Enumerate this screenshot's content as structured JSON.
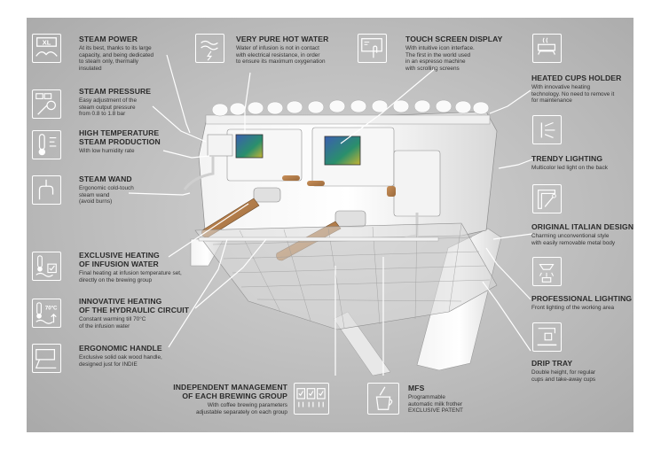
{
  "colors": {
    "panel": "#bdbdbd",
    "title": "#2b2b2b",
    "text": "#333333",
    "icon_line": "#ffffff",
    "wood": "#b07a48"
  },
  "features": {
    "steam_power": {
      "title_lines": [
        "STEAM POWER"
      ],
      "desc_lines": [
        "At its best, thanks to its large",
        "capacity, and being dedicated",
        "to steam only, thermally",
        "insulated"
      ],
      "icon": "xl-boiler-icon",
      "icon_text": "XL"
    },
    "steam_pressure": {
      "title_lines": [
        "STEAM PRESSURE"
      ],
      "desc_lines": [
        "Easy adjustment of the",
        "steam output pressure",
        "from 0.8 to 1.8 bar"
      ],
      "icon": "pressure-gauge-icon"
    },
    "high_temp": {
      "title_lines": [
        "HIGH TEMPERATURE",
        "STEAM PRODUCTION"
      ],
      "desc_lines": [
        "With low humidity rate"
      ],
      "icon": "thermometer-icon"
    },
    "steam_wand": {
      "title_lines": [
        "STEAM WAND"
      ],
      "desc_lines": [
        "Ergonomic cold-touch",
        "steam wand",
        "(avoid burns)"
      ],
      "icon": "hand-wand-icon"
    },
    "infusion": {
      "title_lines": [
        "EXCLUSIVE HEATING",
        "OF INFUSION WATER"
      ],
      "desc_lines": [
        "Final heating at infusion temperature set,",
        "directly on the brewing group"
      ],
      "icon": "infusion-heating-icon"
    },
    "hydraulic": {
      "title_lines": [
        "INNOVATIVE HEATING",
        "OF THE HYDRAULIC CIRCUIT"
      ],
      "desc_lines": [
        "Constant warming till 70°C",
        "of the infusion water"
      ],
      "icon": "thermometer-70-icon",
      "icon_text": "70°C"
    },
    "handle": {
      "title_lines": [
        "ERGONOMIC HANDLE"
      ],
      "desc_lines": [
        "Exclusive solid oak wood handle,",
        "designed just for INDIE"
      ],
      "icon": "handle-icon"
    },
    "hot_water": {
      "title_lines": [
        "VERY PURE HOT WATER"
      ],
      "desc_lines": [
        "Water of infusion is not in contact",
        "with electrical resistance, in order",
        "to ensure its maximum oxygenation"
      ],
      "icon": "hot-water-icon"
    },
    "touch": {
      "title_lines": [
        "TOUCH SCREEN DISPLAY"
      ],
      "desc_lines": [
        "With intuitive icon interface.",
        "The first in the world used",
        "in an espresso machine",
        "with scrolling screens"
      ],
      "icon": "touch-screen-icon"
    },
    "cups_holder": {
      "title_lines": [
        "HEATED CUPS HOLDER"
      ],
      "desc_lines": [
        "With innovative heating",
        "technology. No need to remove it",
        "for maintenance"
      ],
      "icon": "heated-cups-icon"
    },
    "trendy": {
      "title_lines": [
        "TRENDY LIGHTING"
      ],
      "desc_lines": [
        "Multicolor led light on the back"
      ],
      "icon": "led-light-icon"
    },
    "italian": {
      "title_lines": [
        "ORIGINAL ITALIAN DESIGN"
      ],
      "desc_lines": [
        "Charming unconventional style",
        "with easily removable metal body"
      ],
      "icon": "design-tools-icon"
    },
    "pro_light": {
      "title_lines": [
        "PROFESSIONAL LIGHTING"
      ],
      "desc_lines": [
        "Front lighting of the working area"
      ],
      "icon": "lamp-icon"
    },
    "drip": {
      "title_lines": [
        "DRIP TRAY"
      ],
      "desc_lines": [
        "Double height, for regular",
        "cups and take-away cups"
      ],
      "icon": "drip-tray-icon"
    },
    "independent": {
      "title_lines": [
        "INDEPENDENT MANAGEMENT",
        "OF EACH BREWING GROUP"
      ],
      "desc_lines": [
        "With coffee brewing parameters",
        "adjustable separately on each group"
      ],
      "icon": "brewing-groups-icon"
    },
    "mfs": {
      "title_lines": [
        "MFS"
      ],
      "desc_lines": [
        "Programmable",
        "automatic milk frother",
        "EXCLUSIVE PATENT"
      ],
      "icon": "milk-frother-icon"
    }
  }
}
